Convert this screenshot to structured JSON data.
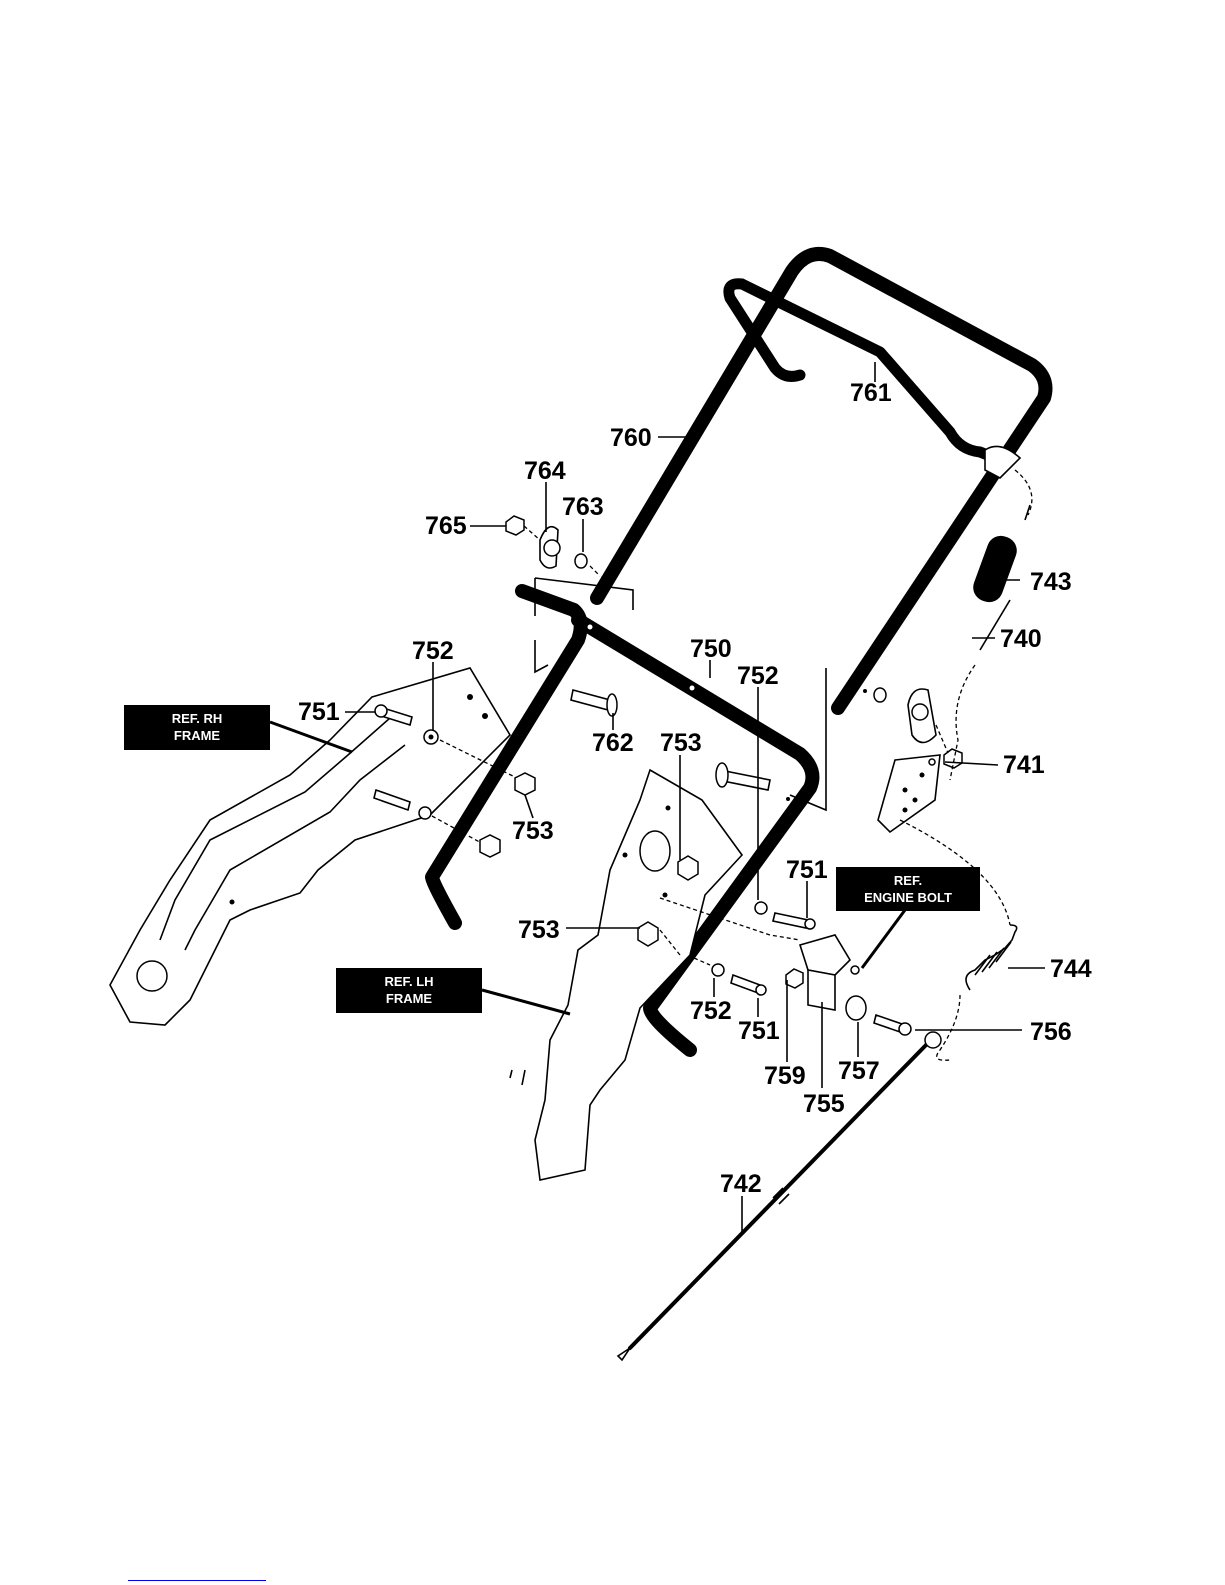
{
  "diagram": {
    "part_numbers": {
      "p760": "760",
      "p761": "761",
      "p764": "764",
      "p763": "763",
      "p765": "765",
      "p743": "743",
      "p740": "740",
      "p752a": "752",
      "p750": "750",
      "p752b": "752",
      "p751a": "751",
      "p762": "762",
      "p753a": "753",
      "p753b": "753",
      "p741": "741",
      "p751b": "751",
      "p753c": "753",
      "p744": "744",
      "p752c": "752",
      "p751c": "751",
      "p756": "756",
      "p759": "759",
      "p757": "757",
      "p755": "755",
      "p742": "742"
    },
    "ref_labels": {
      "rh_frame": [
        "REF. RH",
        "FRAME"
      ],
      "lh_frame": [
        "REF. LH",
        "FRAME"
      ],
      "engine_bolt": [
        "REF.",
        "ENGINE BOLT"
      ]
    }
  }
}
